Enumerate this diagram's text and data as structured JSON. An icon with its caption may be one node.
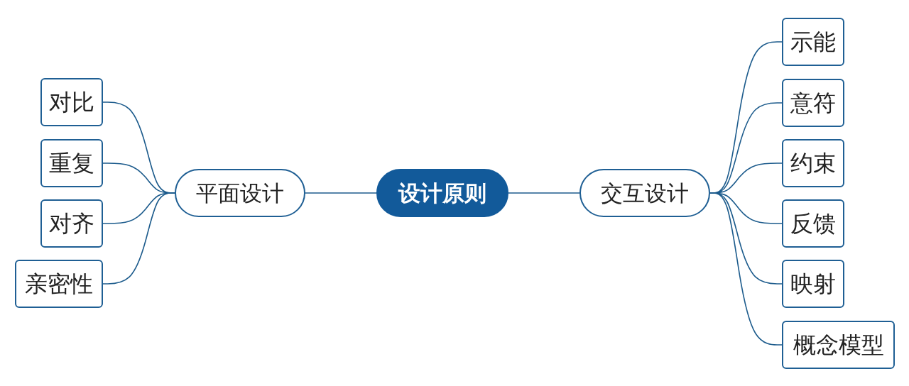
{
  "diagram": {
    "nodes": [
      {
        "text": [
          "设计原则"
        ]
      },
      {
        "text": [
          "平面设计"
        ]
      },
      {
        "text": [
          "对比"
        ]
      },
      {
        "text": [
          "重复"
        ]
      },
      {
        "text": [
          "对齐"
        ]
      },
      {
        "text": [
          "亲密性"
        ]
      },
      {
        "text": [
          "交互设计"
        ]
      },
      {
        "text": [
          "示能"
        ]
      },
      {
        "text": [
          "意符"
        ]
      },
      {
        "text": [
          "约束"
        ]
      },
      {
        "text": [
          "反馈"
        ]
      },
      {
        "text": [
          "映射"
        ]
      },
      {
        "text": [
          "概念模型"
        ]
      }
    ],
    "edges": [
      {
        "from": 0,
        "to": 1,
        "arrow": "none"
      },
      {
        "from": 1,
        "to": 2,
        "arrow": "none"
      },
      {
        "from": 1,
        "to": 3,
        "arrow": "none"
      },
      {
        "from": 1,
        "to": 4,
        "arrow": "none"
      },
      {
        "from": 1,
        "to": 5,
        "arrow": "none"
      },
      {
        "from": 0,
        "to": 6,
        "arrow": "none"
      },
      {
        "from": 6,
        "to": 7,
        "arrow": "none"
      },
      {
        "from": 6,
        "to": 8,
        "arrow": "none"
      },
      {
        "from": 6,
        "to": 9,
        "arrow": "none"
      },
      {
        "from": 6,
        "to": 10,
        "arrow": "none"
      },
      {
        "from": 6,
        "to": 11,
        "arrow": "none"
      },
      {
        "from": 6,
        "to": 12,
        "arrow": "none"
      }
    ]
  }
}
